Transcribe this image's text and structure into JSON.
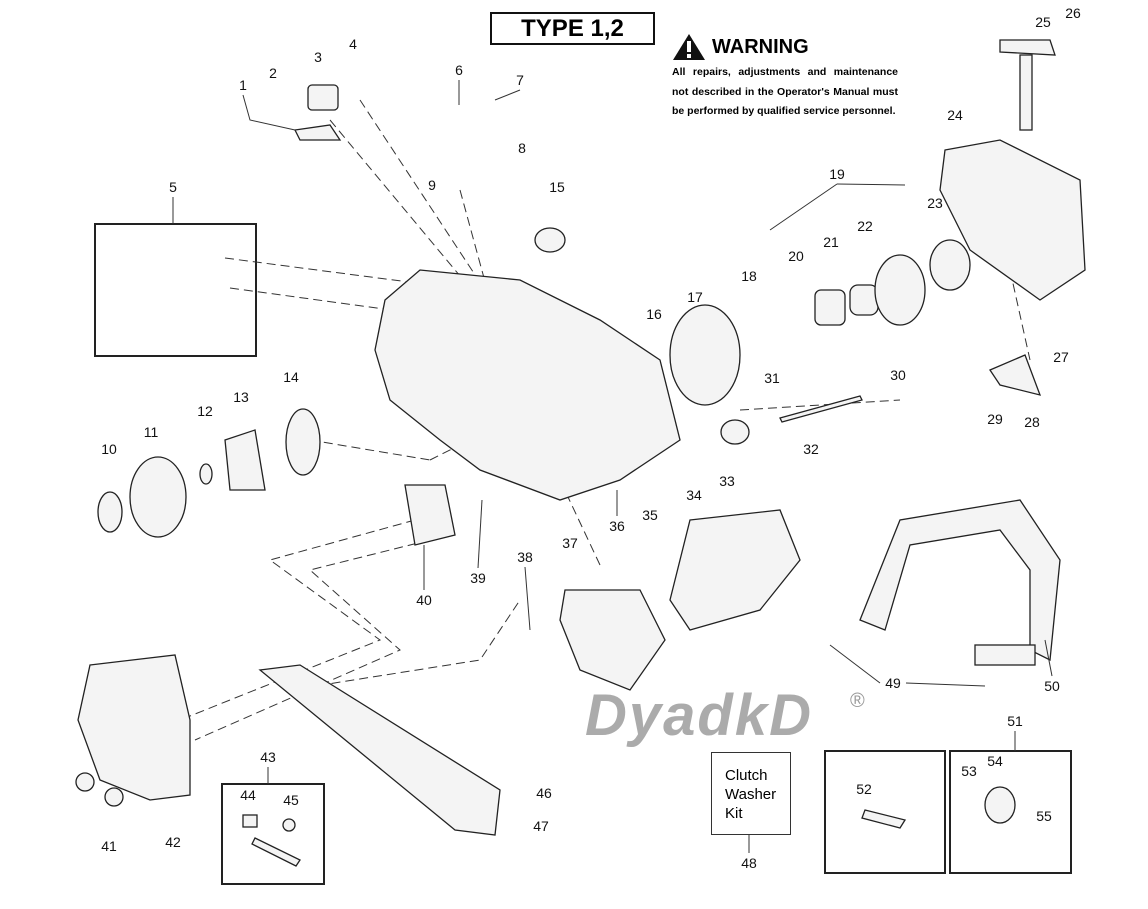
{
  "title": "TYPE 1,2",
  "warning": {
    "heading": "WARNING",
    "icon": "warning-triangle-icon",
    "text": "All repairs, adjustments and maintenance not described in the Operator's Manual must be performed by qualified  service personnel."
  },
  "kit_label": "Clutch Washer Kit",
  "watermark": "DyadkD",
  "watermark_mark": "®",
  "part_numbers": [
    "1",
    "2",
    "3",
    "4",
    "5",
    "6",
    "7",
    "8",
    "9",
    "10",
    "11",
    "12",
    "13",
    "14",
    "15",
    "16",
    "17",
    "18",
    "19",
    "20",
    "21",
    "22",
    "23",
    "24",
    "25",
    "26",
    "27",
    "28",
    "29",
    "30",
    "31",
    "32",
    "33",
    "34",
    "35",
    "36",
    "37",
    "38",
    "39",
    "40",
    "41",
    "42",
    "43",
    "44",
    "45",
    "46",
    "47",
    "48",
    "49",
    "50",
    "51",
    "52",
    "53",
    "54",
    "55"
  ]
}
